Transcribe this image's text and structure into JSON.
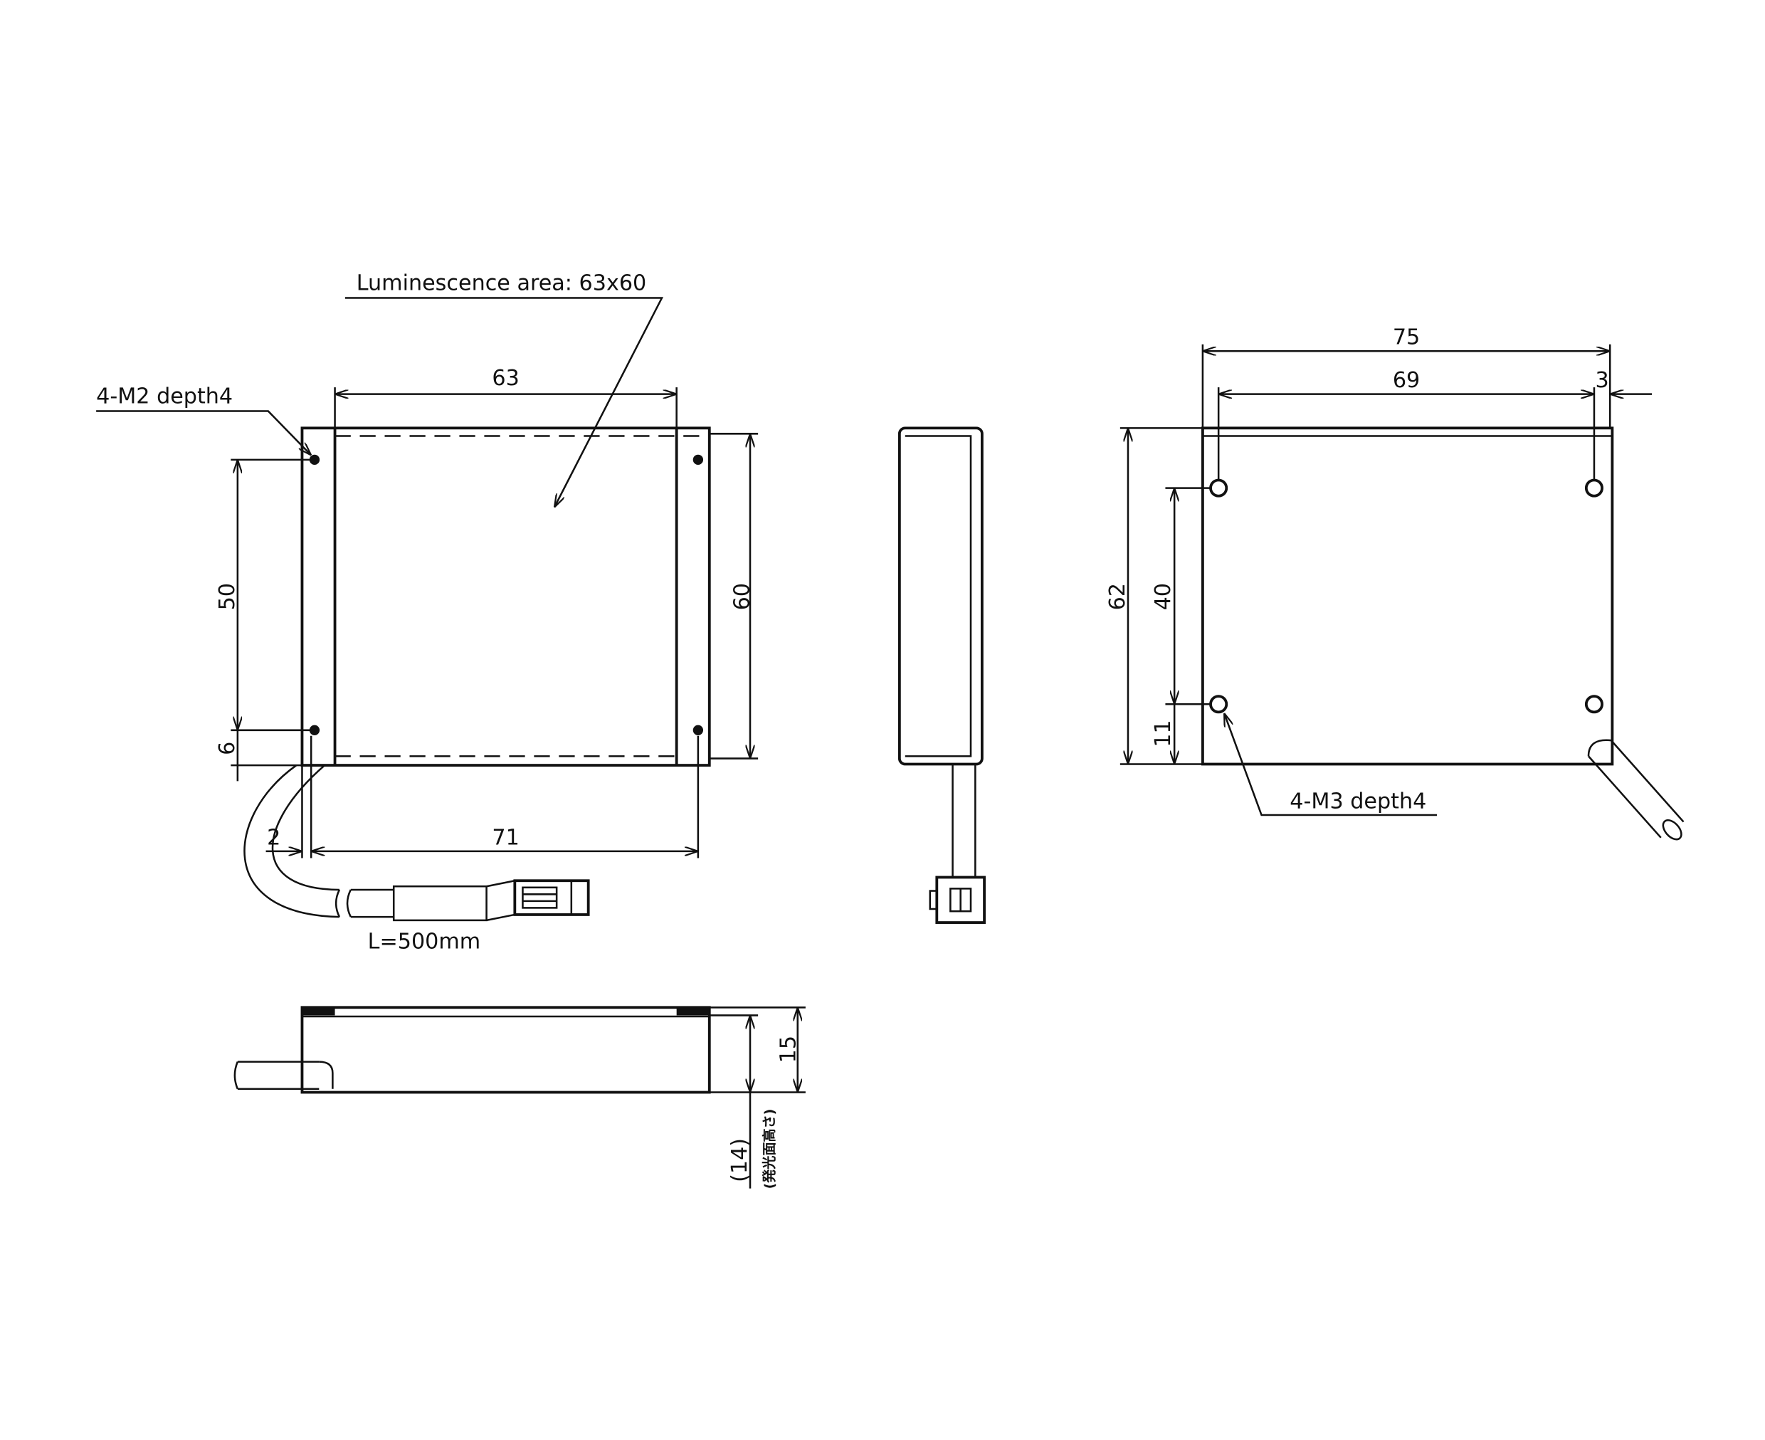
{
  "drawing": {
    "front_view": {
      "luminescence_label": "Luminescence area: 63x60",
      "hole_label": "4-M2 depth4",
      "dim_width": "63",
      "dim_height": "60",
      "dim_hole_pitch": "50",
      "dim_hole_offset": "6",
      "dim_cable_offset": "2",
      "dim_hole_span": "71",
      "cable_length": "L=500mm"
    },
    "rear_view": {
      "dim_total_width": "75",
      "dim_hole_span": "69",
      "dim_edge": "3",
      "dim_total_height": "62",
      "dim_hole_pitch": "40",
      "dim_hole_offset": "11",
      "hole_label": "4-M3 depth4"
    },
    "bottom_view": {
      "dim_thickness": "15",
      "dim_emitting_height": "(14)",
      "emitting_height_note": "(発光面高さ)"
    }
  }
}
